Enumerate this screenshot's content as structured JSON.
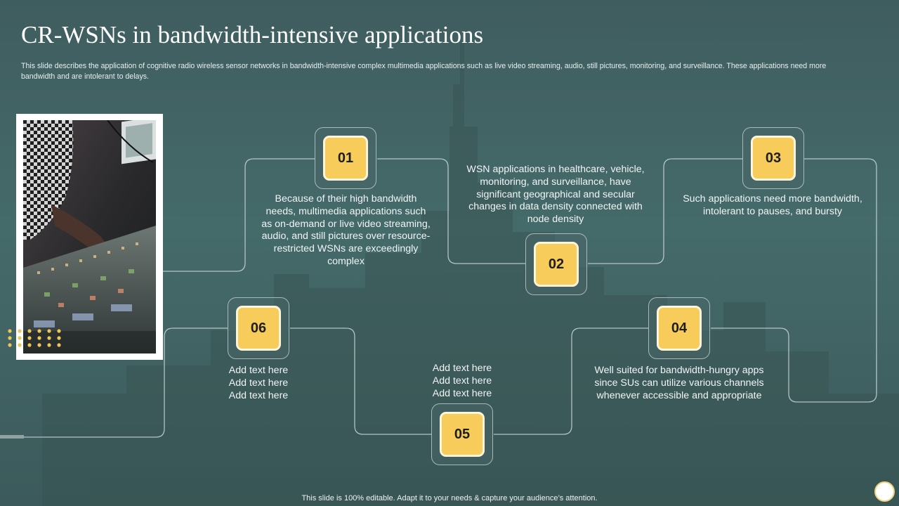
{
  "slide": {
    "title": "CR-WSNs in bandwidth-intensive applications",
    "subtitle": "This slide describes the application of cognitive radio wireless sensor networks in bandwidth-intensive complex multimedia applications such as live video streaming, audio, still pictures, monitoring, and surveillance. These applications need more bandwidth and are intolerant to delays.",
    "footer": "This slide is 100% editable. Adapt it to your needs & capture your audience’s attention."
  },
  "colors": {
    "background": "#456a6a",
    "badge_fill": "#f7cc5a",
    "badge_border": "#fff5dc",
    "connector_line": "#c9d6d6",
    "text": "#ffffff"
  },
  "image": {
    "icon": "audio-mixing-console-photo"
  },
  "steps": [
    {
      "number": "01",
      "text": "Because of their high bandwidth needs, multimedia applications such as on-demand or live video streaming, audio, and still pictures over resource-restricted WSNs are exceedingly complex"
    },
    {
      "number": "02",
      "text": "WSN applications in healthcare, vehicle, monitoring, and surveillance, have significant geographical and secular changes in data density connected with node density"
    },
    {
      "number": "03",
      "text": "Such applications need more bandwidth, intolerant to pauses, and bursty"
    },
    {
      "number": "04",
      "text": "Well suited for bandwidth-hungry apps since SUs can utilize various channels whenever accessible and appropriate"
    },
    {
      "number": "05",
      "lines": [
        "Add text here",
        "Add text here",
        "Add text here"
      ]
    },
    {
      "number": "06",
      "lines": [
        "Add text here",
        "Add text here",
        "Add text here"
      ]
    }
  ]
}
